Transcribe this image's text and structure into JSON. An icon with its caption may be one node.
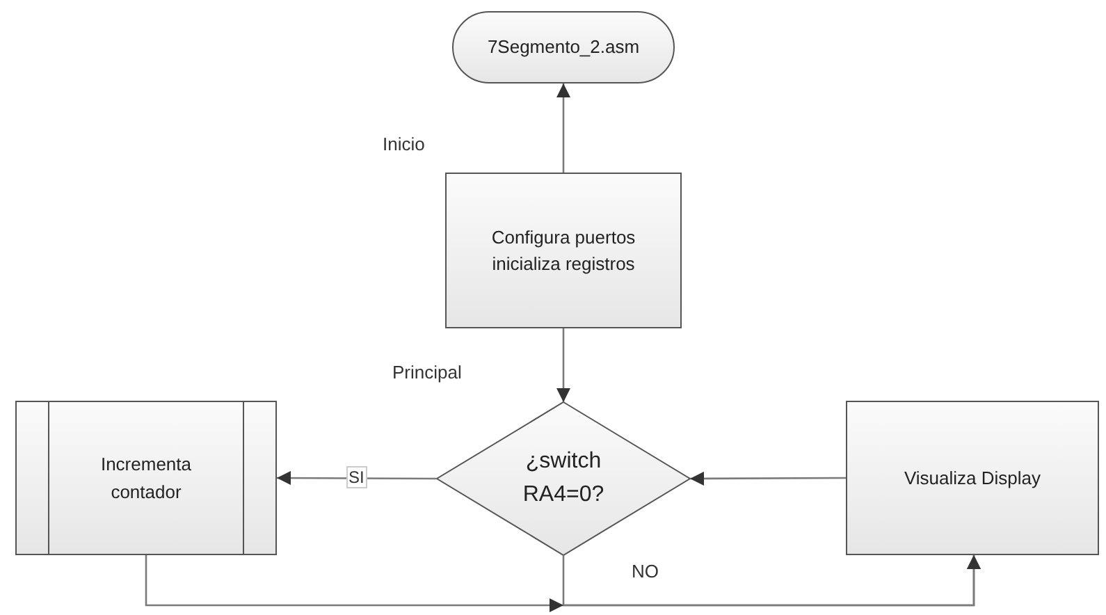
{
  "diagram": {
    "nodes": [
      {
        "text": [
          "7Segmento_2.asm"
        ]
      },
      {
        "text": [
          "Configura puertos inicializa registros"
        ]
      },
      {
        "text": [
          "¿switch RA4=0?"
        ]
      },
      {
        "text": [
          "Incrementa contador"
        ]
      },
      {
        "text": [
          "Visualiza Display"
        ]
      }
    ],
    "edges": [
      {
        "from": 1,
        "to": 0,
        "arrow": "to"
      },
      {
        "from": 1,
        "to": 2,
        "arrow": "to"
      },
      {
        "from": 2,
        "to": 3,
        "arrow": "to",
        "label": "SI"
      },
      {
        "from": 4,
        "to": 2,
        "arrow": "to"
      },
      {
        "from": 2,
        "to": 4,
        "arrow": "to",
        "label": "NO"
      },
      {
        "from": 3,
        "to": 4,
        "arrow": "to"
      }
    ],
    "labels": [
      "Inicio",
      "Principal"
    ]
  }
}
